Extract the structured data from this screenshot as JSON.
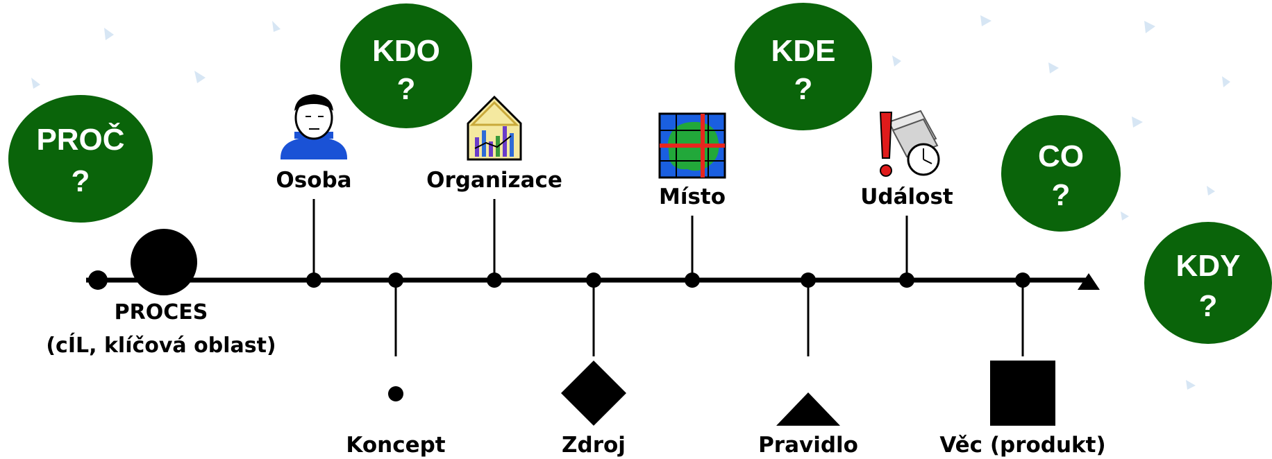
{
  "colors": {
    "bubble": "#0a640a",
    "bubble_text": "#ffffff",
    "line": "#000000",
    "decor": "#d7e6f4"
  },
  "questions": {
    "proc": {
      "word": "PROČ",
      "mark": "?"
    },
    "kdo": {
      "word": "KDO",
      "mark": "?"
    },
    "kde": {
      "word": "KDE",
      "mark": "?"
    },
    "co": {
      "word": "CO",
      "mark": "?"
    },
    "kdy": {
      "word": "KDY",
      "mark": "?"
    }
  },
  "nodes": {
    "proces": {
      "line1": "PROCES",
      "line2": "(cÍL, klíčová oblast)"
    },
    "osoba": {
      "label": "Osoba",
      "icon": "person-icon"
    },
    "organizace": {
      "label": "Organizace",
      "icon": "building-chart-icon"
    },
    "misto": {
      "label": "Místo",
      "icon": "map-grid-icon"
    },
    "udalost": {
      "label": "Událost",
      "icon": "event-clock-icon"
    },
    "koncept": {
      "label": "Koncept",
      "icon": "dot-icon"
    },
    "zdroj": {
      "label": "Zdroj",
      "icon": "diamond-icon"
    },
    "pravidlo": {
      "label": "Pravidlo",
      "icon": "triangle-icon"
    },
    "vec": {
      "label": "Věc (produkt)",
      "icon": "square-icon"
    }
  }
}
